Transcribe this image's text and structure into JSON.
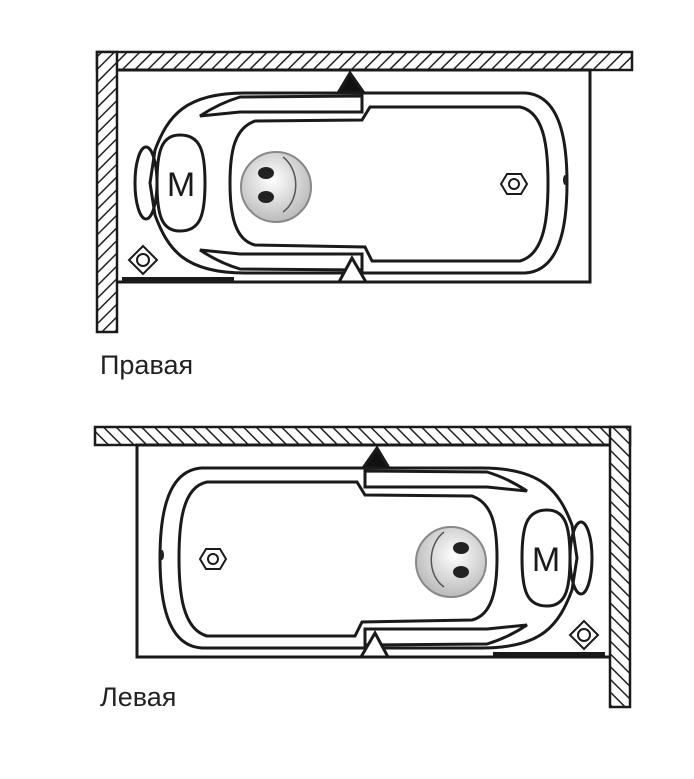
{
  "variants": [
    {
      "label": "Правая",
      "motor_mark": "M"
    },
    {
      "label": "Левая",
      "motor_mark": "M"
    }
  ]
}
